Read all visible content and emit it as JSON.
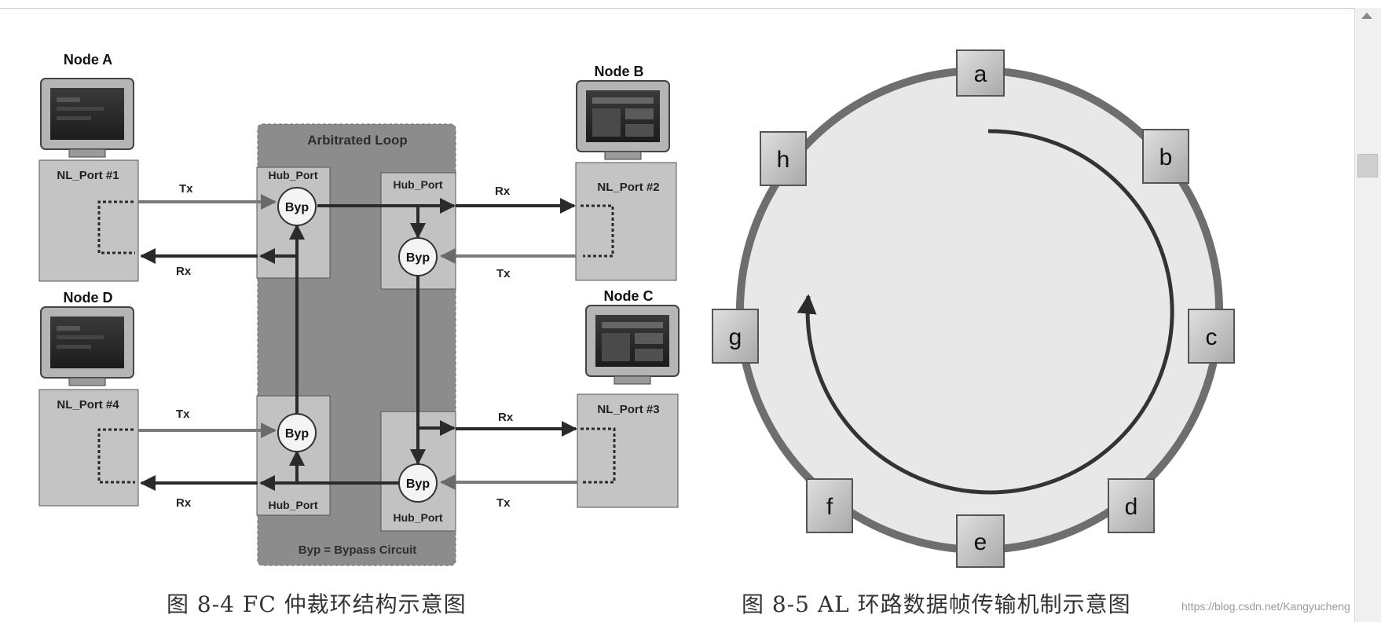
{
  "fig84": {
    "node_a": "Node A",
    "node_b": "Node B",
    "node_c": "Node C",
    "node_d": "Node D",
    "port1": "NL_Port #1",
    "port2": "NL_Port #2",
    "port3": "NL_Port #3",
    "port4": "NL_Port #4",
    "loop_title": "Arbitrated Loop",
    "hub_port": "Hub_Port",
    "byp": "Byp",
    "tx": "Tx",
    "rx": "Rx",
    "legend": "Byp = Bypass Circuit",
    "caption": "图 8-4  FC 仲裁环结构示意图"
  },
  "fig85": {
    "nodes": [
      "a",
      "b",
      "c",
      "d",
      "e",
      "f",
      "g",
      "h"
    ],
    "caption": "图 8-5  AL 环路数据帧传输机制示意图"
  },
  "watermark": "https://blog.csdn.net/Kangyucheng",
  "colors": {
    "loop_box": "#8c8c8c",
    "port_box": "#c4c4c4",
    "ring": "#6e6e6e",
    "ring_fill": "#e8e8e8",
    "node_box": "#bdbdbd"
  }
}
